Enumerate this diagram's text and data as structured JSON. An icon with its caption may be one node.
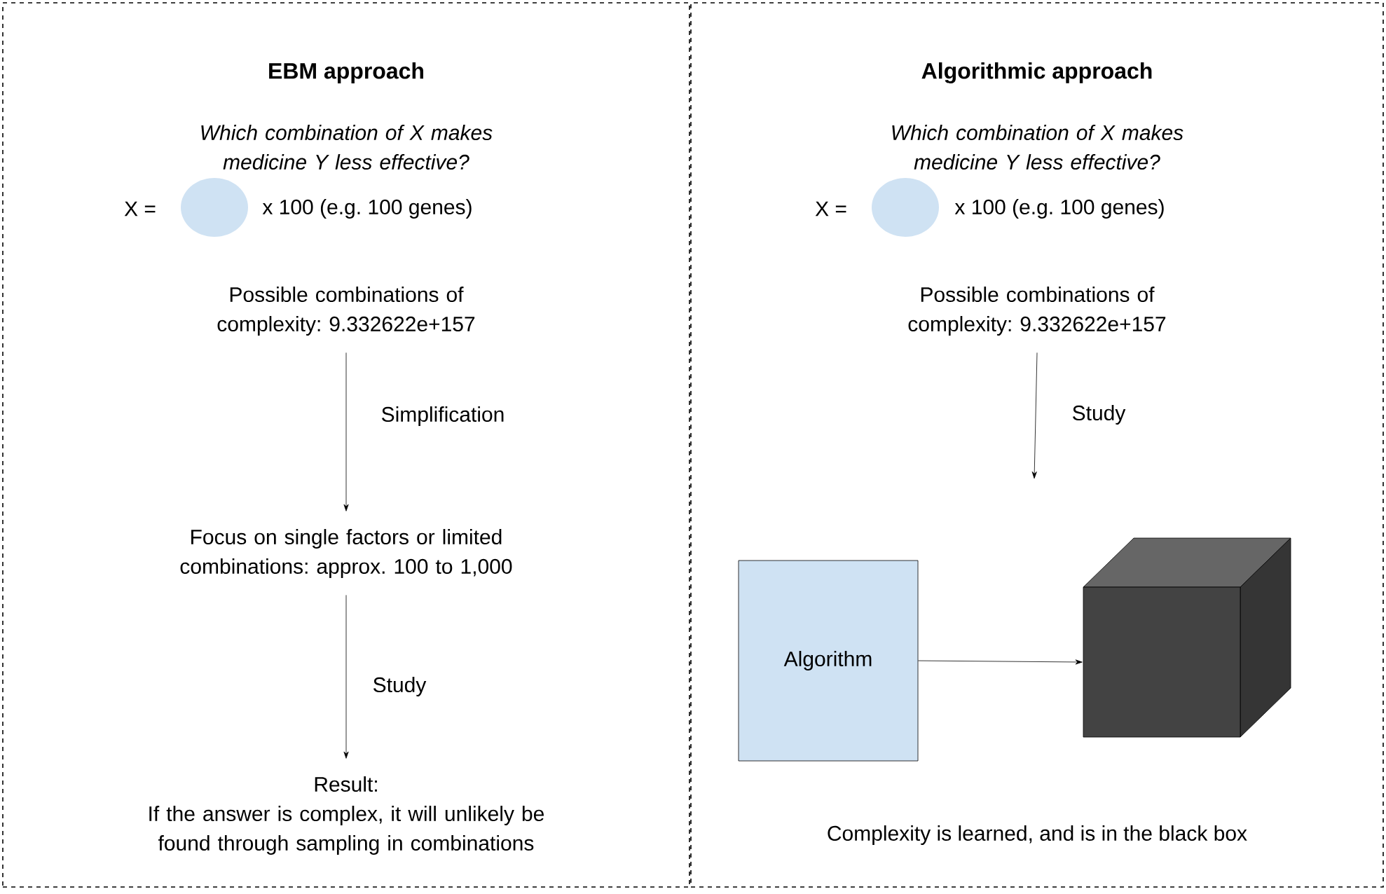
{
  "diagram": {
    "nodes": [
      {
        "text": [
          "EBM approach"
        ]
      },
      {
        "text": [
          "Possible combinations of complexity: 9.332622e+157"
        ],
        "in": 0
      },
      {
        "text": [
          "Focus on single factors or limited combinations: approx. 100 to 1,000"
        ],
        "in": 0
      },
      {
        "text": [
          "Result:",
          "If the answer is complex, it will unlikely be found through sampling in combinations"
        ],
        "in": 0
      },
      {
        "text": [
          "Algorithmic approach"
        ]
      },
      {
        "text": [
          "Possible combinations of complexity: 9.332622e+157"
        ],
        "in": 4
      },
      {
        "text": [
          "Algorithm"
        ],
        "in": 4
      },
      {
        "text": [],
        "shape": "cube",
        "in": 4
      }
    ],
    "edges": [
      {
        "from": 1,
        "to": 2,
        "arrow": "to",
        "label": "Simplification"
      },
      {
        "from": 2,
        "to": 3,
        "arrow": "to",
        "label": "Study"
      },
      {
        "from": 5,
        "to": null,
        "arrow": "to",
        "label": "Study"
      },
      {
        "from": 6,
        "to": 7,
        "arrow": "to"
      }
    ],
    "labels": [
      "Which combination of X makes medicine Y less effective?",
      "X =",
      "x 100 (e.g. 100 genes)",
      "Which combination of X makes medicine Y less effective?",
      "X =",
      "x 100 (e.g. 100 genes)",
      "Complexity is learned, and is in the black box"
    ]
  }
}
